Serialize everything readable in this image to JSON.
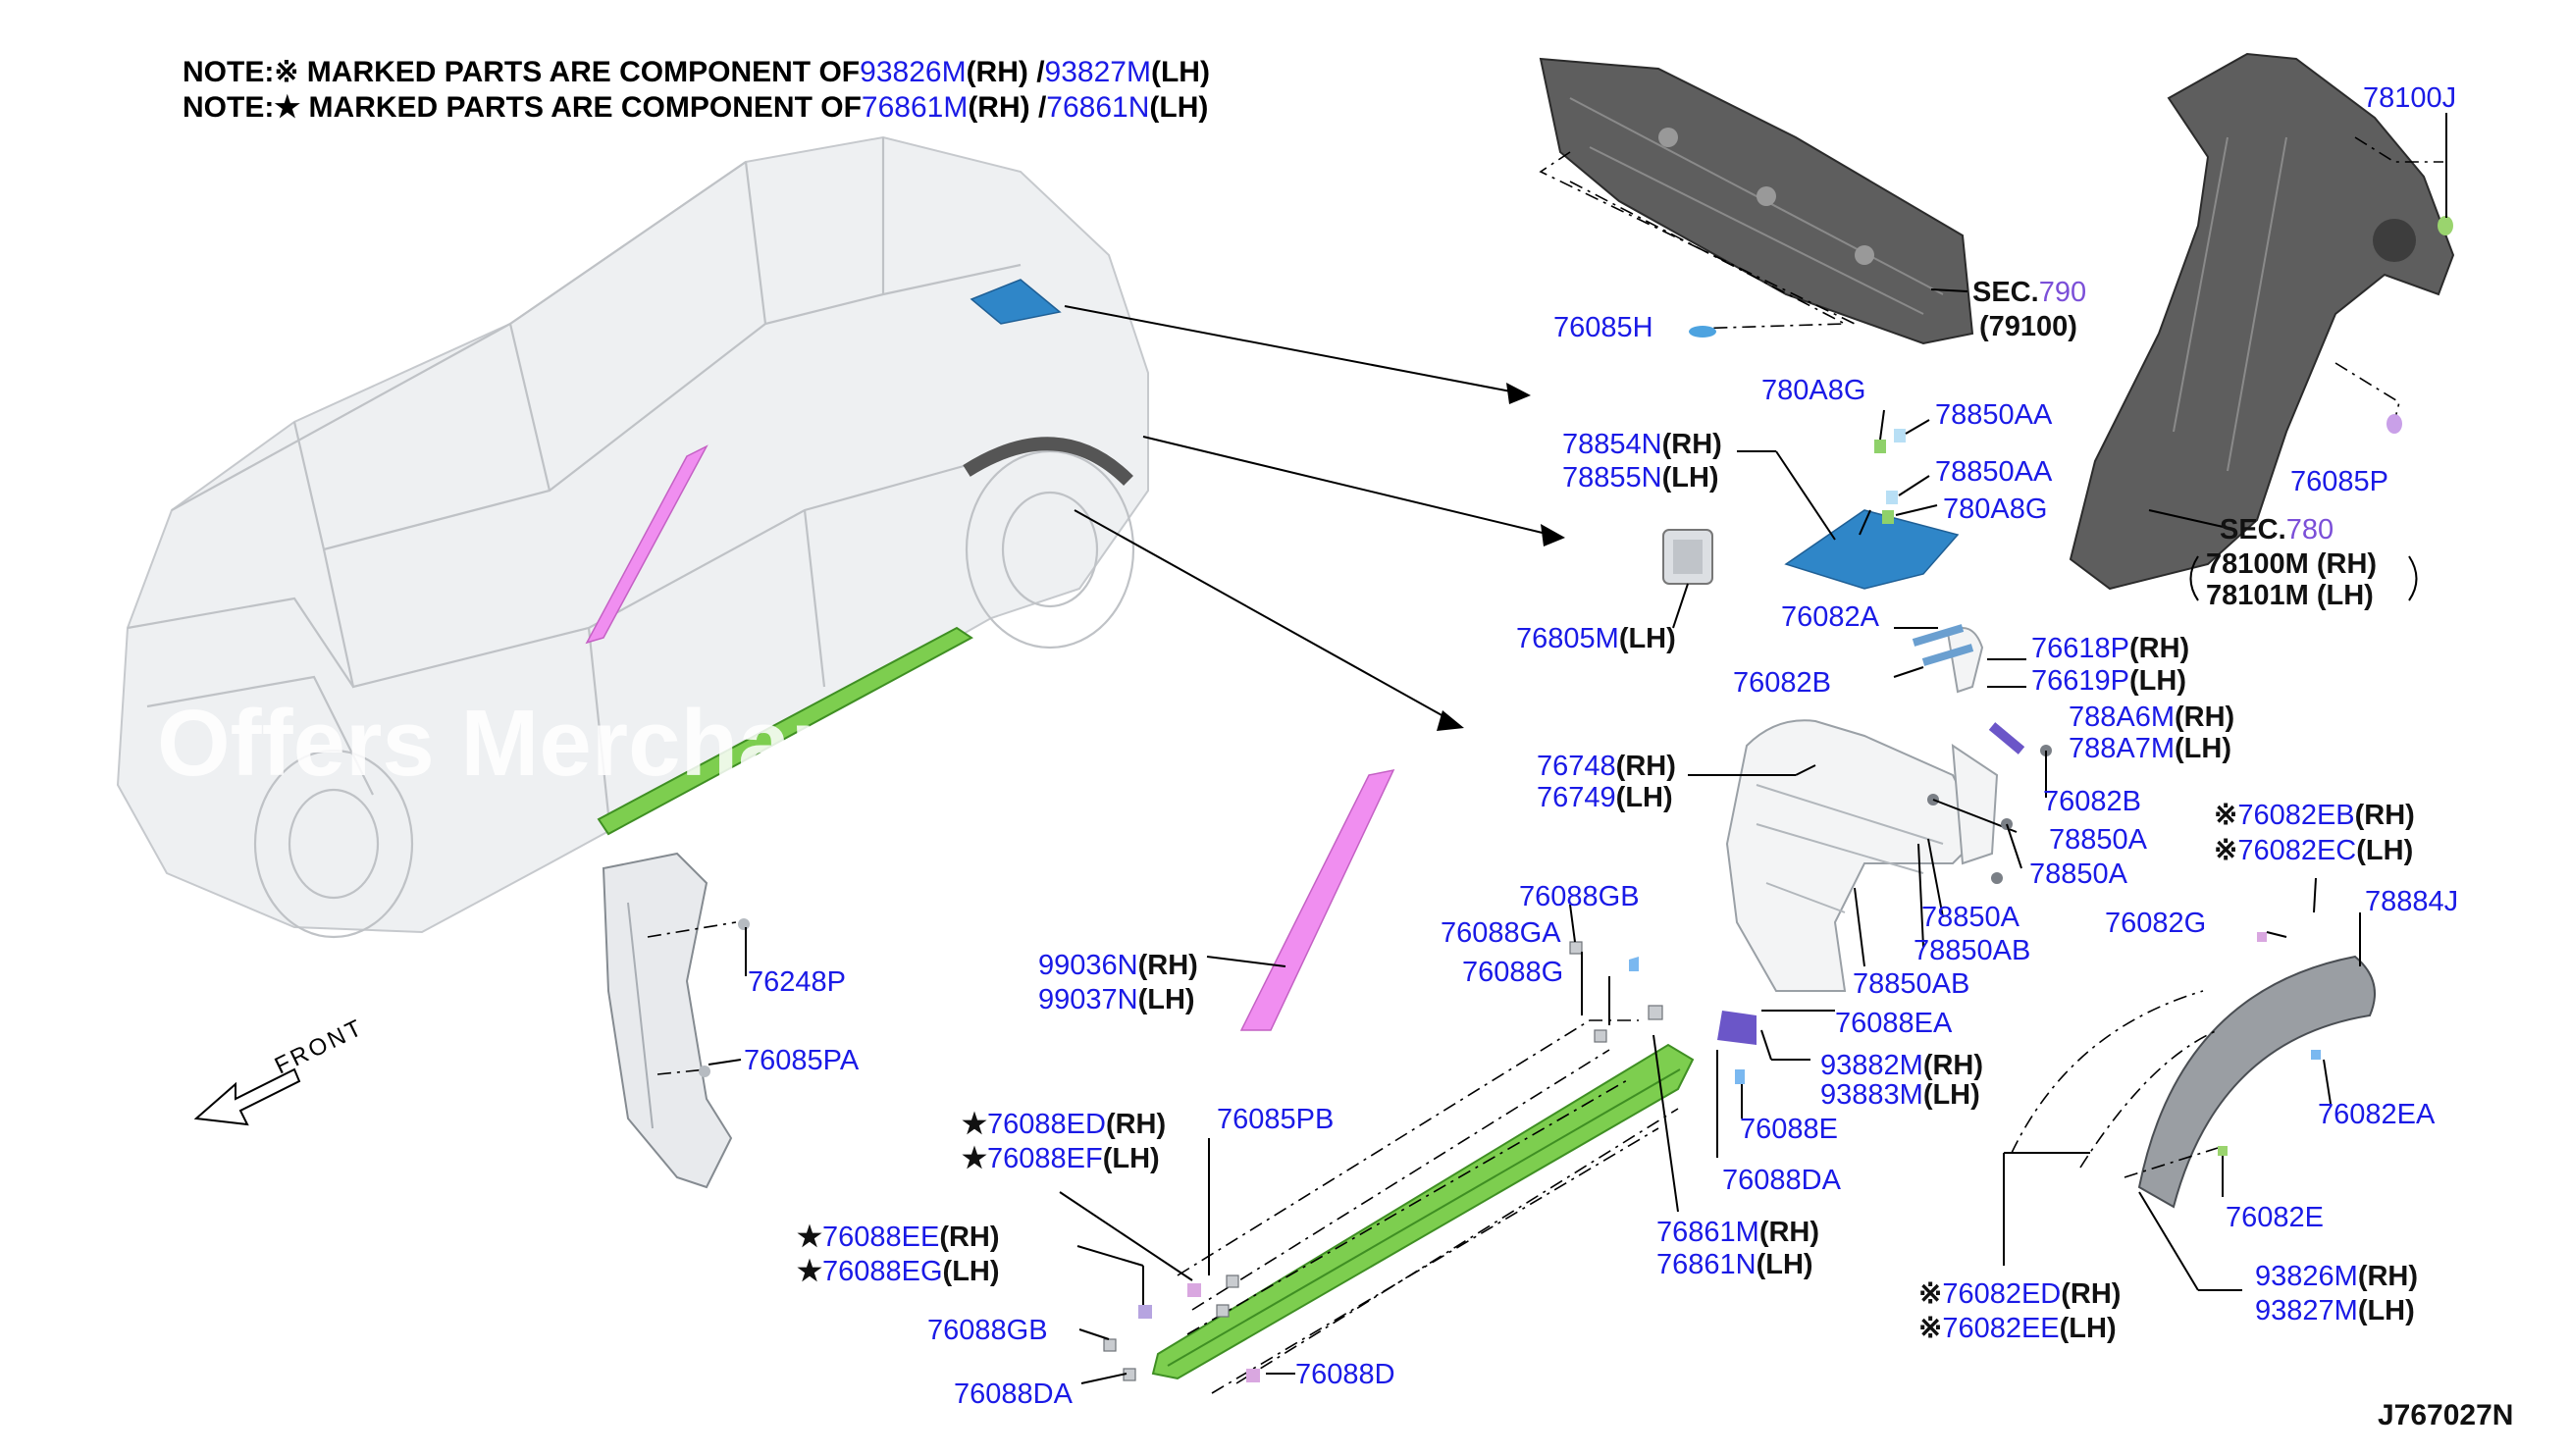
{
  "notes": [
    {
      "prefix": "NOTE:※ MARKED PARTS ARE COMPONENT OF",
      "rh_part": "93826M",
      "rh_tag": "(RH) /",
      "lh_part": "93827M",
      "lh_tag": "(LH)"
    },
    {
      "prefix": "NOTE:★ MARKED PARTS ARE COMPONENT OF",
      "rh_part": "76861M",
      "rh_tag": "(RH) /",
      "lh_part": "76861N",
      "lh_tag": "(LH)"
    }
  ],
  "watermark": "Offers Merchandise",
  "diagram_code": "J767027N",
  "front_label": "FRONT",
  "sections": [
    {
      "prefix": "SEC.",
      "num": "790",
      "sub": "(79100)"
    },
    {
      "prefix": "SEC.",
      "num": "780",
      "sub1": "78100M (RH)",
      "sub2": "78101M (LH)"
    }
  ],
  "parts": {
    "p78100J": "78100J",
    "p76085H": "76085H",
    "p780A8G_1": "780A8G",
    "p78850AA_1": "78850AA",
    "p78850AA_2": "78850AA",
    "p780A8G_2": "780A8G",
    "p78854N": "78854N",
    "p78855N": "78855N",
    "p76085P": "76085P",
    "p76805M": "76805M",
    "p76082A": "76082A",
    "p76082B_1": "76082B",
    "p76618P": "76618P",
    "p76619P": "76619P",
    "p788A6M": "788A6M",
    "p788A7M": "788A7M",
    "p76748": "76748",
    "p76749": "76749",
    "p76082B_2": "76082B",
    "p78850A_1": "78850A",
    "p78850A_2": "78850A",
    "p76082EB": "76082EB",
    "p76082EC": "76082EC",
    "p78850A_3": "78850A",
    "p78850AB_1": "78850AB",
    "p78850AB_2": "78850AB",
    "p76088GB_1": "76088GB",
    "p76088GA": "76088GA",
    "p76082G": "76082G",
    "p78884J": "78884J",
    "p76088G": "76088G",
    "p76088EA": "76088EA",
    "p93882M": "93882M",
    "p93883M": "93883M",
    "p76248P": "76248P",
    "p99036N": "99036N",
    "p99037N": "99037N",
    "p76085PA": "76085PA",
    "p76088E": "76088E",
    "p76082EA": "76082EA",
    "p76088ED": "76088ED",
    "p76088EF": "76088EF",
    "p76085PB": "76085PB",
    "p76088DA_1": "76088DA",
    "p76082E": "76082E",
    "p76861M": "76861M",
    "p76861N": "76861N",
    "p76088EE": "76088EE",
    "p76088EG": "76088EG",
    "p93826M": "93826M",
    "p93827M": "93827M",
    "p76082ED": "76082ED",
    "p76082EE": "76082EE",
    "p76088GB_2": "76088GB",
    "p76088D": "76088D",
    "p76088DA_2": "76088DA"
  },
  "tags": {
    "rh": "(RH)",
    "lh": "(LH)",
    "star": "★",
    "kome": "※"
  },
  "colors": {
    "part_number": "#1a1ae6",
    "section_number": "#7b4fd8",
    "sill_molding": "#7dce4f",
    "pillar_trim": "#f08ef0",
    "insulator": "#2f86c8"
  }
}
